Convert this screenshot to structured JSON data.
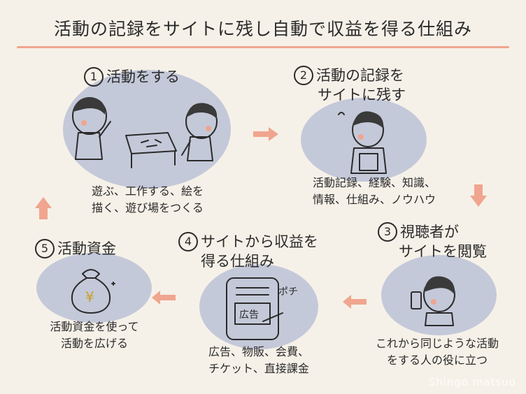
{
  "title": "活動の記録をサイトに残し自動で収益を得る仕組み",
  "accent_color": "#f0a58f",
  "blob_color": "#c4c9d9",
  "steps": [
    {
      "num": "1",
      "label": "活動をする",
      "desc": [
        "遊ぶ、工作する、絵を",
        "描く、遊び場をつくる"
      ]
    },
    {
      "num": "2",
      "label": [
        "活動の記録を",
        "サイトに残す"
      ],
      "desc": [
        "活動記録、経験、知識、",
        "情報、仕組み、ノウハウ"
      ]
    },
    {
      "num": "3",
      "label": [
        "視聴者が",
        "サイトを閲覧"
      ],
      "desc": [
        "これから同じような活動",
        "をする人の役に立つ"
      ]
    },
    {
      "num": "4",
      "label": [
        "サイトから収益を",
        "得る仕組み"
      ],
      "desc": [
        "広告、物販、会費、",
        "チケット、直接課金"
      ]
    },
    {
      "num": "5",
      "label": "活動資金",
      "desc": [
        "活動資金を使って",
        "活動を広げる"
      ]
    }
  ],
  "illustrations": {
    "ad_text": "広告",
    "click_text": "ポチ",
    "yen_text": "¥"
  },
  "watermark": "Shingo matsuo"
}
